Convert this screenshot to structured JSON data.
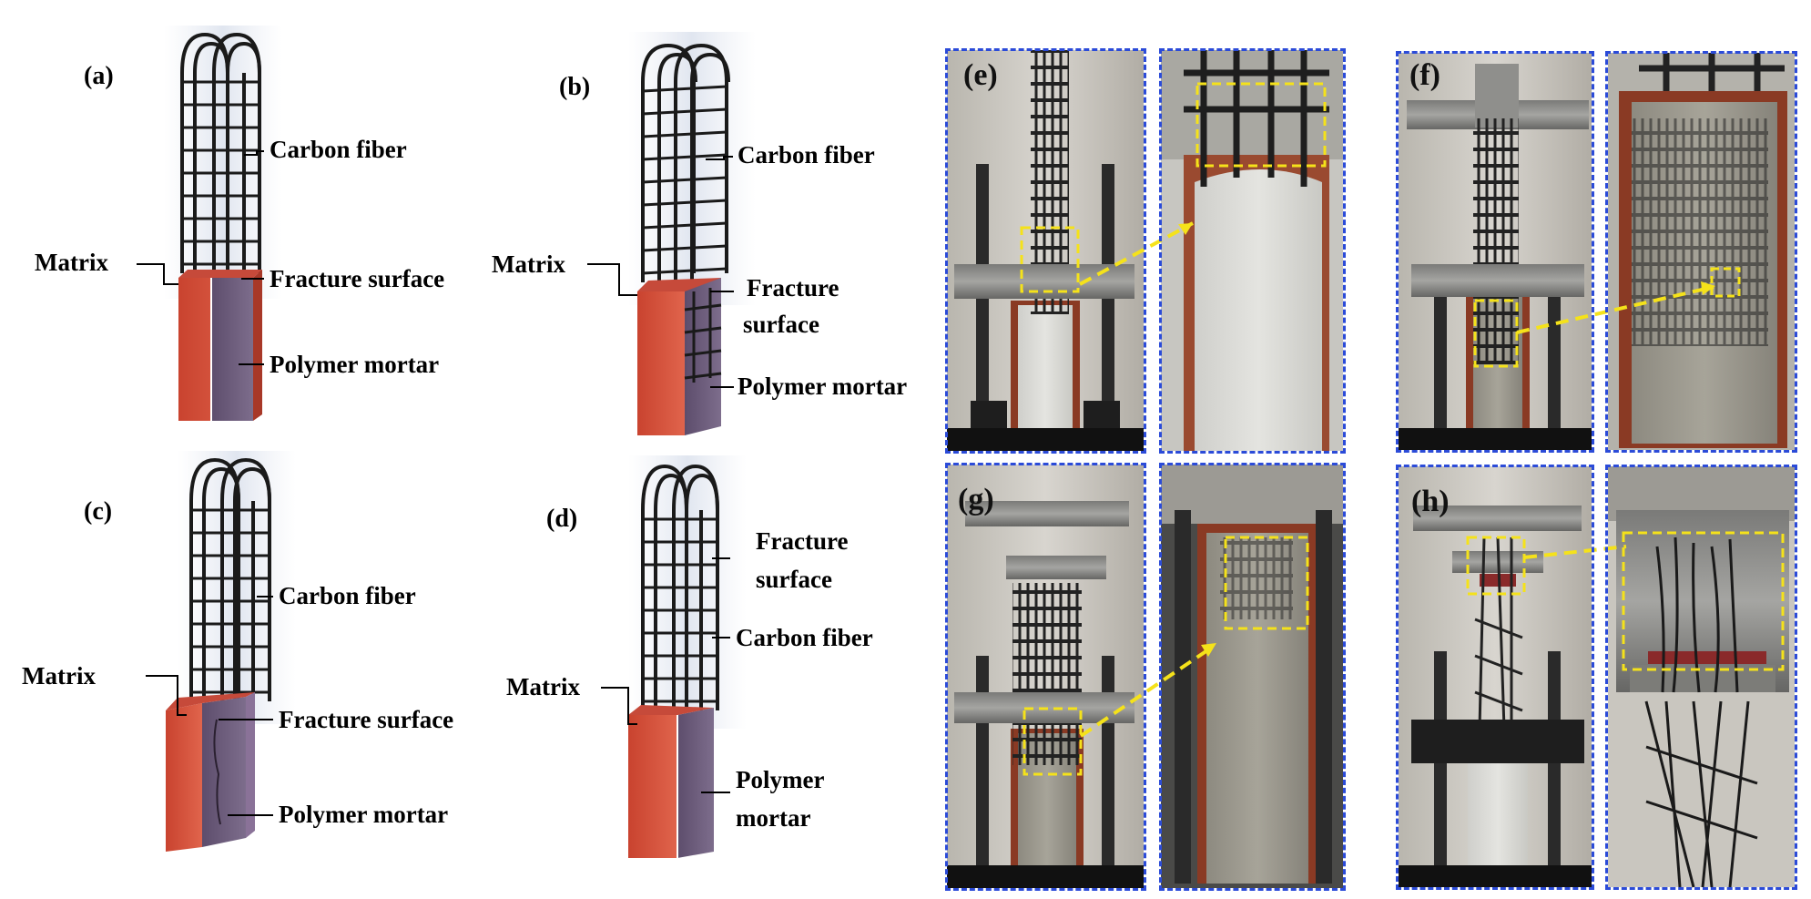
{
  "panels": {
    "a": {
      "id": "(a)",
      "labels": [
        "Carbon fiber",
        "Matrix",
        "Fracture surface",
        "Polymer mortar"
      ]
    },
    "b": {
      "id": "(b)",
      "labels": [
        "Carbon fiber",
        "Matrix",
        "Fracture",
        "surface",
        "Polymer mortar"
      ]
    },
    "c": {
      "id": "(c)",
      "labels": [
        "Carbon fiber",
        "Matrix",
        "Fracture surface",
        "Polymer mortar"
      ]
    },
    "d": {
      "id": "(d)",
      "labels": [
        "Fracture",
        "surface",
        "Carbon fiber",
        "Matrix",
        "Polymer",
        "mortar"
      ]
    },
    "e": {
      "id": "(e)"
    },
    "f": {
      "id": "(f)"
    },
    "g": {
      "id": "(g)"
    },
    "h": {
      "id": "(h)"
    }
  },
  "colors": {
    "matrix_red": "#d9563f",
    "mortar_purple": "#6b5a78",
    "fiber_black": "#1a1a1a",
    "frame_blue": "#2b4bd8",
    "highlight_yellow": "#f5e21a"
  }
}
